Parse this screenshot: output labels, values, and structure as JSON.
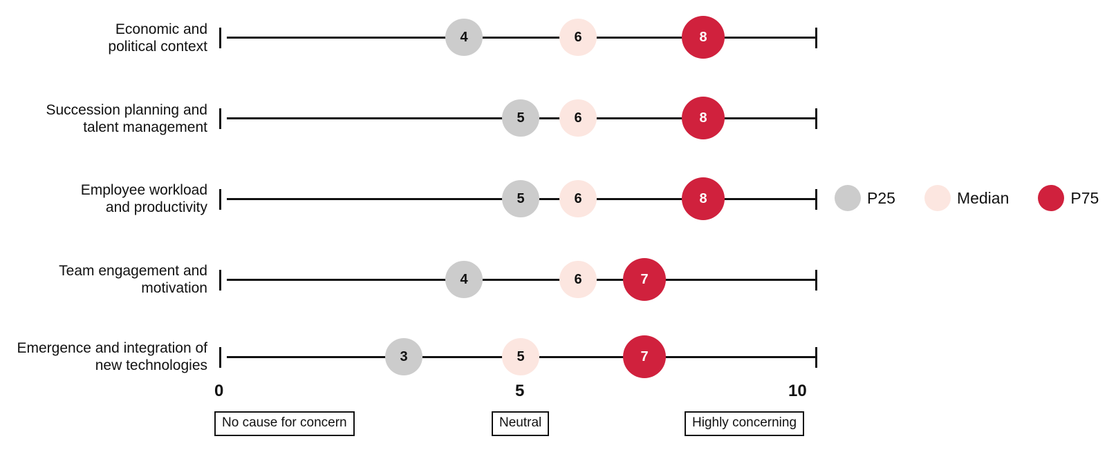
{
  "chart_data": {
    "type": "scatter",
    "title": "",
    "xlabel": "",
    "ylabel": "",
    "xlim": [
      0,
      10
    ],
    "grid": false,
    "legend_position": "right",
    "tick_values": [
      0,
      5,
      10
    ],
    "tick_labels": [
      "0",
      "5",
      "10"
    ],
    "anchor_labels": [
      {
        "value": 0,
        "text": "No cause for concern"
      },
      {
        "value": 5,
        "text": "Neutral"
      },
      {
        "value": 10,
        "text": "Highly concerning"
      }
    ],
    "series": [
      {
        "name": "P25",
        "color": "#CCCCCC",
        "values": [
          4,
          5,
          5,
          4,
          3
        ]
      },
      {
        "name": "Median",
        "color": "#FCE6E0",
        "values": [
          6,
          6,
          6,
          6,
          5
        ]
      },
      {
        "name": "P75",
        "color": "#D0213D",
        "values": [
          8,
          8,
          8,
          7,
          7
        ]
      }
    ],
    "categories": [
      "Economic and political context",
      "Succession planning and talent management",
      "Employee workload and productivity",
      "Team engagement and motivation",
      "Emergence and integration of new technologies"
    ]
  },
  "rows": [
    {
      "label": "Economic and\npolitical context",
      "p25": 4,
      "median": 6,
      "p75": 8
    },
    {
      "label": "Succession planning and\ntalent management",
      "p25": 5,
      "median": 6,
      "p75": 8
    },
    {
      "label": "Employee workload\nand productivity",
      "p25": 5,
      "median": 6,
      "p75": 8
    },
    {
      "label": "Team engagement and\nmotivation",
      "p25": 4,
      "median": 6,
      "p75": 7
    },
    {
      "label": "Emergence and integration of\nnew technologies",
      "p25": 3,
      "median": 5,
      "p75": 7
    }
  ],
  "axis": {
    "ticks": [
      {
        "label": "0",
        "value": 0
      },
      {
        "label": "5",
        "value": 5
      },
      {
        "label": "10",
        "value": 10
      }
    ],
    "anchors": [
      {
        "text": "No cause for concern",
        "value": 0
      },
      {
        "text": "Neutral",
        "value": 5
      },
      {
        "text": "Highly concerning",
        "value": 10
      }
    ]
  },
  "legend": {
    "items": [
      {
        "label": "P25",
        "color": "#CCCCCC"
      },
      {
        "label": "Median",
        "color": "#FCE6E0"
      },
      {
        "label": "P75",
        "color": "#D0213D"
      }
    ]
  },
  "colors": {
    "p25": "#CCCCCC",
    "median": "#FCE6E0",
    "p75": "#D0213D",
    "axis": "#111111",
    "background": "#FFFFFF"
  }
}
